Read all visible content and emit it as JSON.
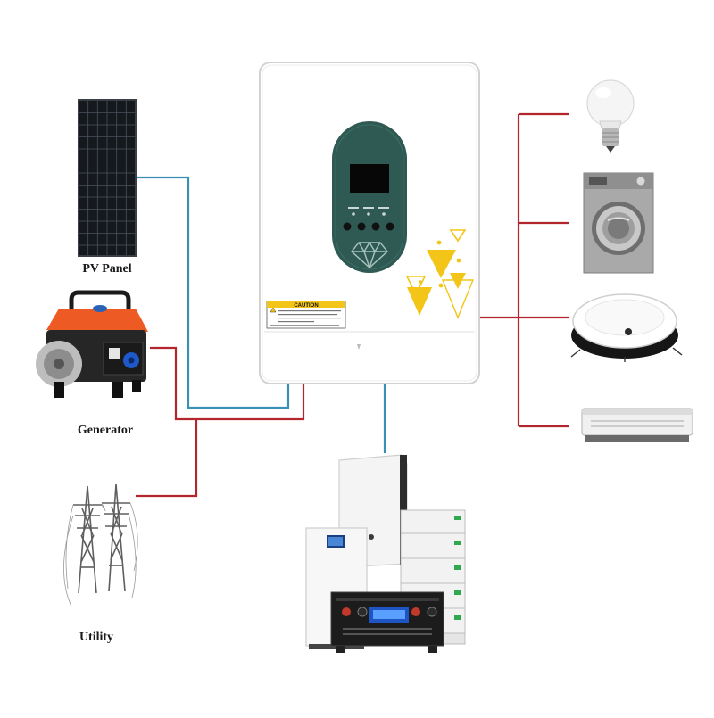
{
  "labels": {
    "pv_panel": "PV Panel",
    "generator": "Generator",
    "utility": "Utility"
  },
  "inverter": {
    "caution_title": "CAUTION"
  },
  "colors": {
    "dc_line": "#3a8fb5",
    "ac_line": "#b3262d",
    "screen_bezel": "#2f5a54",
    "accent_yellow": "#f2c518",
    "generator_orange": "#ee5a24"
  }
}
